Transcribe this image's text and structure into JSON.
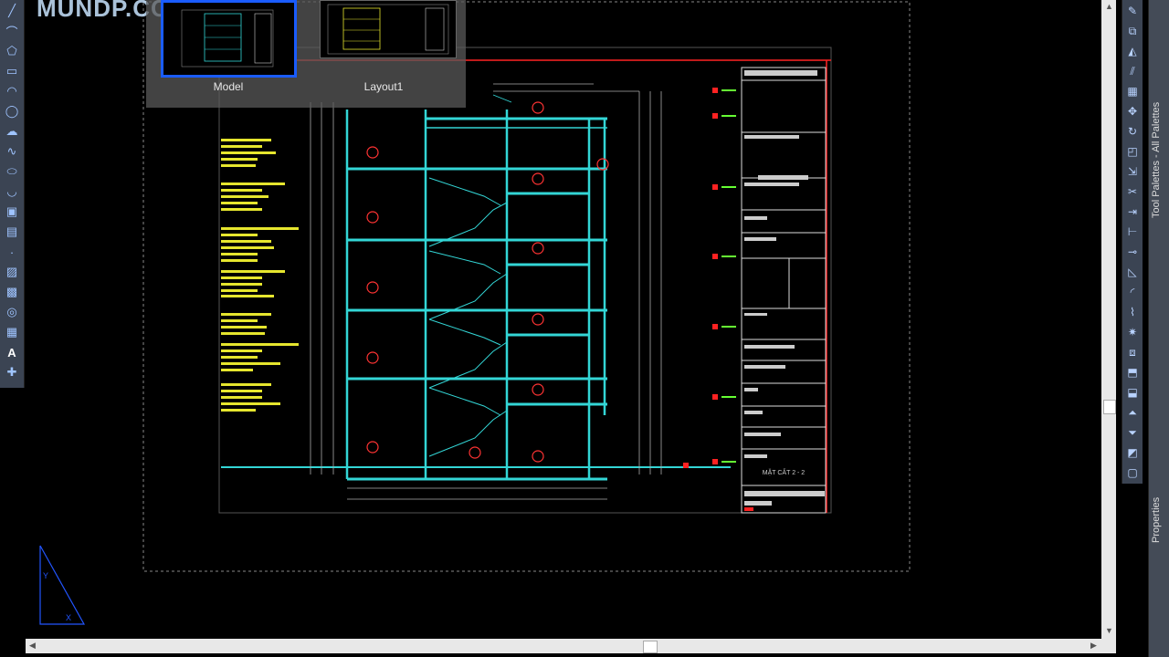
{
  "watermark": "MUNDP.COM",
  "thumbnails": [
    {
      "label": "Model",
      "active": true
    },
    {
      "label": "Layout1",
      "active": false
    }
  ],
  "palettes": {
    "tool_palettes_title": "Tool Palettes - All Palettes",
    "properties_title": "Properties"
  },
  "drawing": {
    "title_block_caption": "MẶT CẮT 2 - 2"
  },
  "colors": {
    "background": "#000000",
    "structure": "#33d6d6",
    "dimensions": "#ffffff",
    "annotations": "#ffff66",
    "sheet_border": "#ff2222",
    "thumbnail_highlight": "#1a5cff"
  },
  "left_tools": [
    "line-icon",
    "polyline-icon",
    "polygon-icon",
    "rectangle-icon",
    "arc-icon",
    "circle-icon",
    "revision-cloud-icon",
    "spline-icon",
    "ellipse-icon",
    "ellipse-arc-icon",
    "insert-block-icon",
    "make-block-icon",
    "point-icon",
    "hatch-icon",
    "gradient-icon",
    "region-icon",
    "table-icon",
    "text-icon",
    "add-selected-icon"
  ],
  "right_tools": [
    "erase-icon",
    "copy-icon",
    "mirror-icon",
    "offset-icon",
    "array-icon",
    "move-icon",
    "rotate-icon",
    "scale-icon",
    "stretch-icon",
    "trim-icon",
    "extend-icon",
    "break-icon",
    "join-icon",
    "chamfer-icon",
    "fillet-icon",
    "blend-icon",
    "explode-icon",
    "draw-order-icon",
    "bring-front-icon",
    "send-back-icon",
    "above-icon",
    "below-icon",
    "hide-icon",
    "wipeout-icon"
  ]
}
